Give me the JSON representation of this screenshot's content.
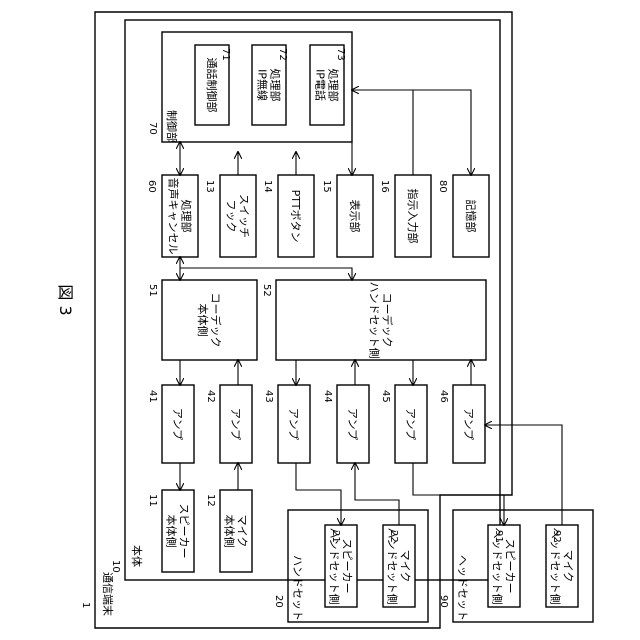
{
  "figure_title": "図 3",
  "terminal": {
    "ref": "1",
    "label": "通信端末"
  },
  "main_body": {
    "ref": "10",
    "label": "本体"
  },
  "control": {
    "ref": "70",
    "label": "制御部",
    "units": [
      {
        "ref": "71",
        "lines": [
          "通話制御部"
        ]
      },
      {
        "ref": "72",
        "lines": [
          "IP無線",
          "処理部"
        ]
      },
      {
        "ref": "73",
        "lines": [
          "IP電話",
          "処理部"
        ]
      }
    ]
  },
  "peripherals": [
    {
      "ref": "60",
      "lines": [
        "音声キャンセル",
        "処理部"
      ]
    },
    {
      "ref": "13",
      "lines": [
        "フック",
        "スイッチ"
      ]
    },
    {
      "ref": "14",
      "lines": [
        "PTTボタン"
      ]
    },
    {
      "ref": "15",
      "lines": [
        "表示部"
      ]
    },
    {
      "ref": "16",
      "lines": [
        "指示入力部"
      ]
    },
    {
      "ref": "80",
      "lines": [
        "記憶部"
      ]
    }
  ],
  "codecs": [
    {
      "ref": "51",
      "lines": [
        "本体側",
        "コーデック"
      ]
    },
    {
      "ref": "52",
      "lines": [
        "ハンドセット側",
        "コーデック"
      ]
    }
  ],
  "amps": [
    {
      "ref": "41",
      "label": "アンプ"
    },
    {
      "ref": "42",
      "label": "アンプ"
    },
    {
      "ref": "43",
      "label": "アンプ"
    },
    {
      "ref": "44",
      "label": "アンプ"
    },
    {
      "ref": "45",
      "label": "アンプ"
    },
    {
      "ref": "46",
      "label": "アンプ"
    }
  ],
  "body_io": [
    {
      "ref": "11",
      "lines": [
        "本体側",
        "スピーカー"
      ]
    },
    {
      "ref": "12",
      "lines": [
        "本体側",
        "マイク"
      ]
    }
  ],
  "handset": {
    "ref": "20",
    "label": "ハンドセット",
    "devices": [
      {
        "ref": "21",
        "lines": [
          "ハンドセット側",
          "スピーカー"
        ]
      },
      {
        "ref": "22",
        "lines": [
          "ハンドセット側",
          "マイク"
        ]
      }
    ]
  },
  "headset": {
    "ref": "90",
    "label": "ヘッドセット",
    "devices": [
      {
        "ref": "91",
        "lines": [
          "ヘッドセット側",
          "スピーカー"
        ]
      },
      {
        "ref": "92",
        "lines": [
          "ヘッドセット側",
          "マイク"
        ]
      }
    ]
  }
}
